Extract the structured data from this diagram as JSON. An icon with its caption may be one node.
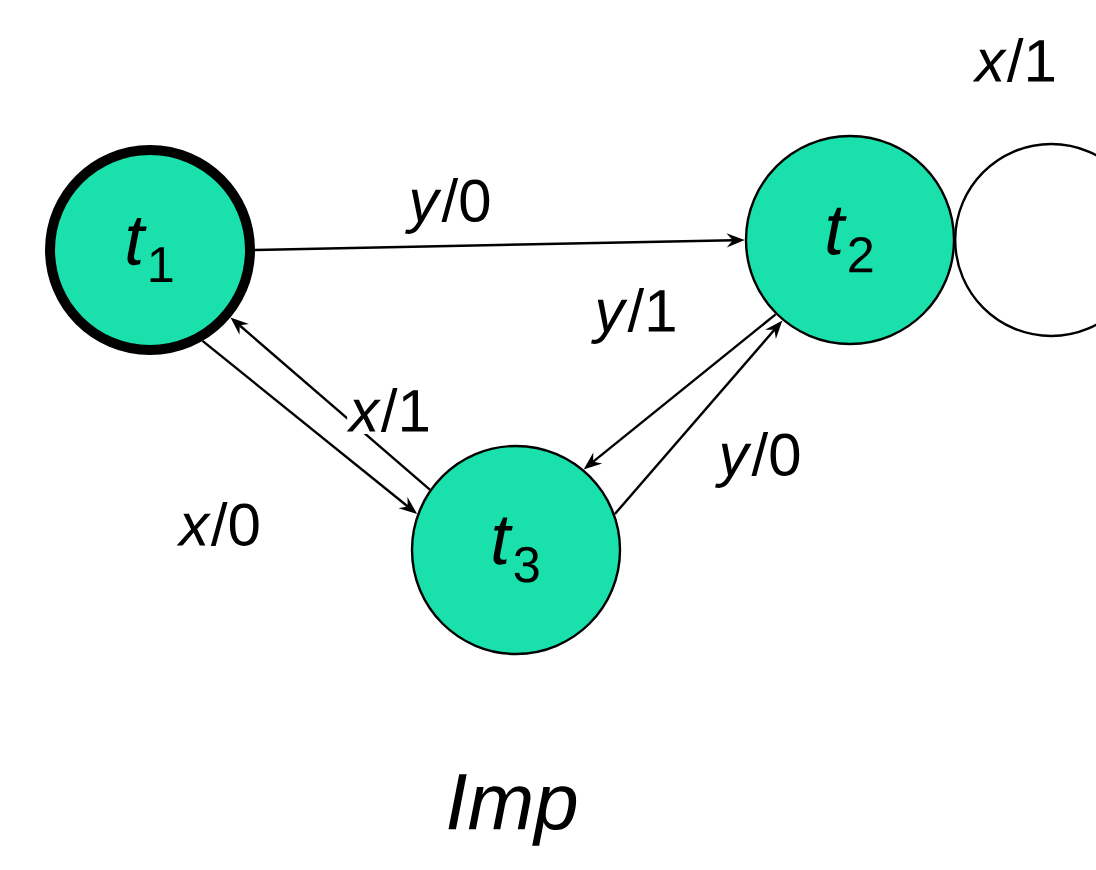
{
  "diagram": {
    "caption": "Imp",
    "nodes": [
      {
        "text": [
          "*t*$_{1}$"
        ]
      },
      {
        "text": [
          "*t*$_{2}$"
        ]
      },
      {
        "text": [
          "*t*$_{3}$"
        ]
      }
    ],
    "edges": [
      {
        "from": 0,
        "to": 1,
        "arrow": "to",
        "label": "*y*/0"
      },
      {
        "from": 1,
        "to": 1,
        "arrow": "none",
        "label": "*x*/1"
      },
      {
        "from": 1,
        "to": 2,
        "arrow": "to",
        "label": "*y*/1"
      },
      {
        "from": 2,
        "to": 1,
        "arrow": "to",
        "label": "*y*/0"
      },
      {
        "from": 2,
        "to": 0,
        "arrow": "to",
        "label": "*x*/1"
      },
      {
        "from": 0,
        "to": 2,
        "arrow": "to",
        "label": "*x*/0"
      }
    ]
  }
}
